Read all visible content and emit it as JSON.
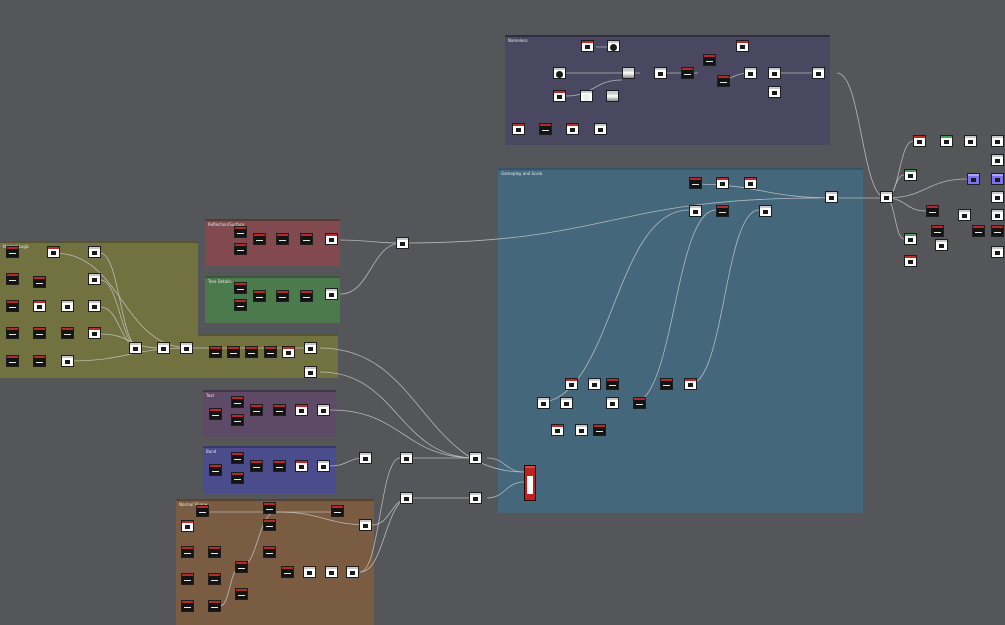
{
  "frames": [
    {
      "id": "f-small",
      "title": "Nameless",
      "color": "#4a4860",
      "border": "#2e2e3f"
    },
    {
      "id": "f-large",
      "title": "Gameplay and Scale",
      "color": "#45677b",
      "border": "#34526a"
    },
    {
      "id": "f-yellow",
      "title": "Normal Logic",
      "color": "#727140",
      "border": "#56552f"
    },
    {
      "id": "f-yellow2",
      "title": "",
      "color": "#727140",
      "border": "#56552f"
    },
    {
      "id": "f-red",
      "title": "Reflection/Surface",
      "color": "#824a4e",
      "border": "#5e3437"
    },
    {
      "id": "f-green",
      "title": "Tree Details",
      "color": "#4b7a4c",
      "border": "#355a36"
    },
    {
      "id": "f-purple",
      "title": "Text",
      "color": "#5e4967",
      "border": "#443449"
    },
    {
      "id": "f-blue",
      "title": "Band",
      "color": "#4b4c8c",
      "border": "#36376a"
    },
    {
      "id": "f-brown",
      "title": "Normal Shape",
      "color": "#7a5c42",
      "border": "#5a4230"
    }
  ],
  "colors": {
    "background": "#54565a",
    "wire": "#c8c8c8",
    "node_white": "#ffffff",
    "node_dark": "#141414",
    "node_header_red": "#b22a2a"
  },
  "icons": [
    "node-icon",
    "node-glyph-icon"
  ]
}
